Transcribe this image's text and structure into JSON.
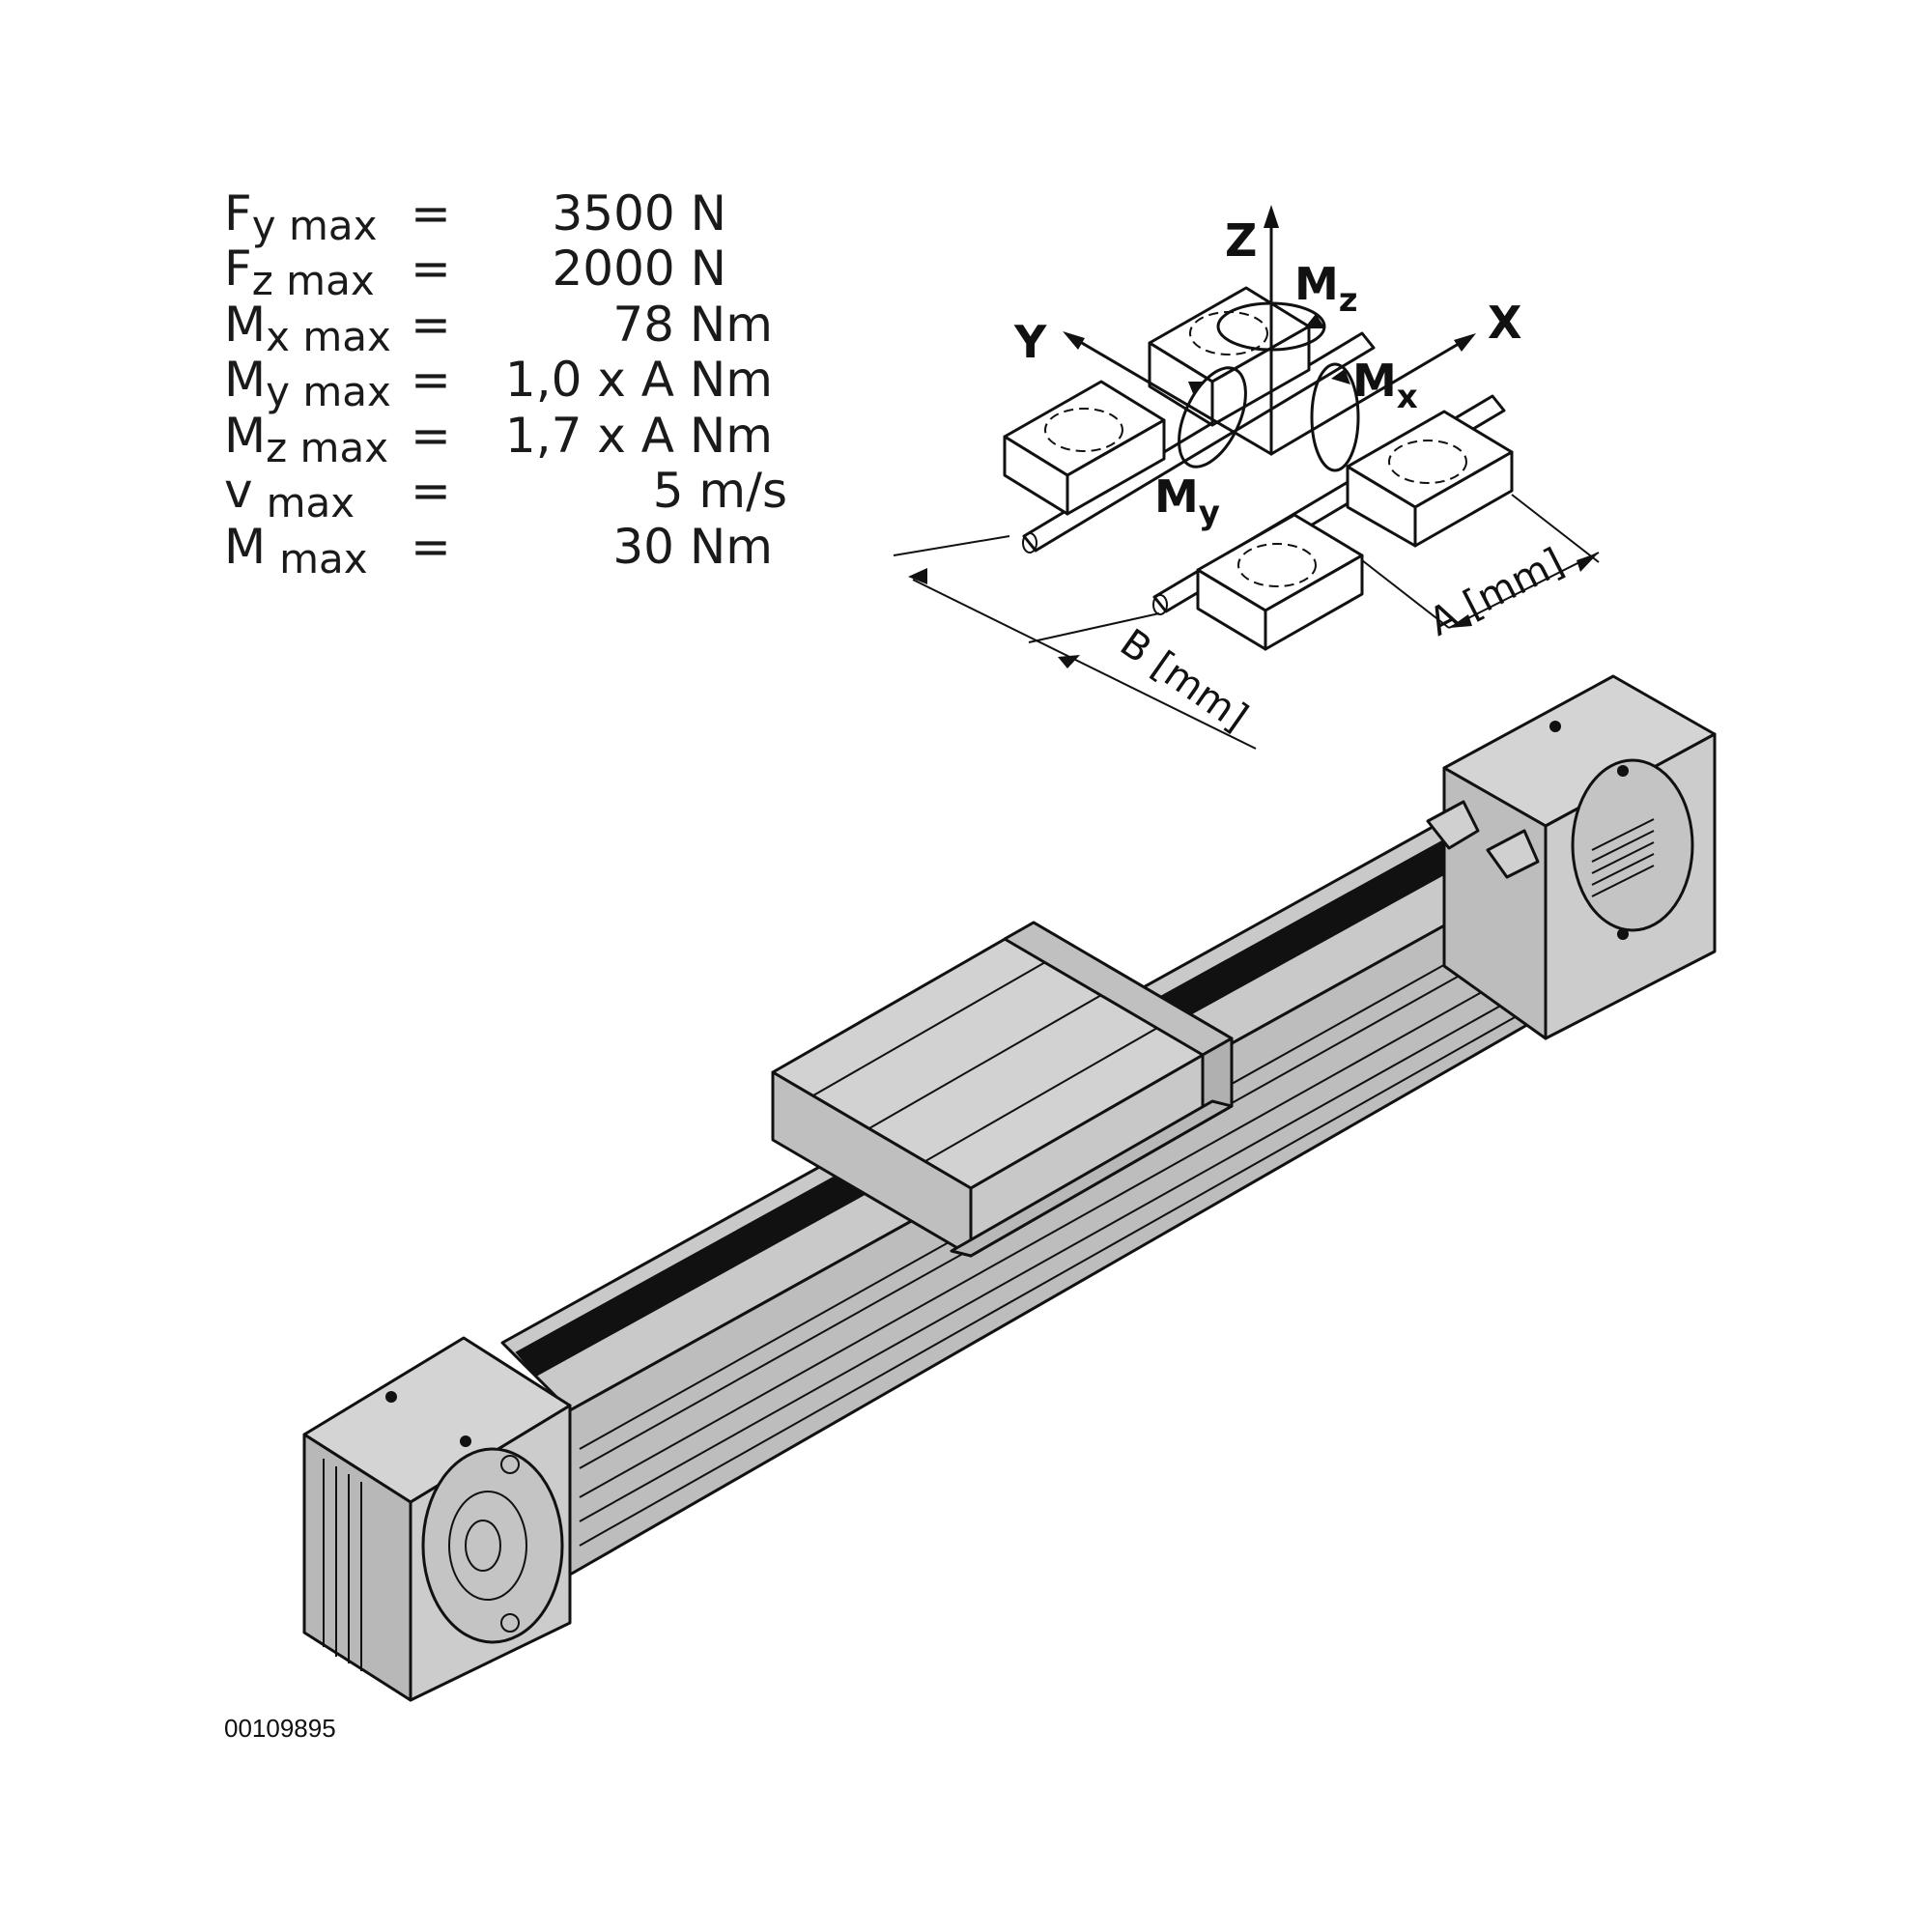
{
  "specs": [
    {
      "sym": "F",
      "sub": "y max",
      "eq": "=",
      "val": "3500 N"
    },
    {
      "sym": "F",
      "sub": "z max",
      "eq": "=",
      "val": "2000 N"
    },
    {
      "sym": "M",
      "sub": "x max",
      "eq": "=",
      "val": "78 Nm"
    },
    {
      "sym": "M",
      "sub": "y max",
      "eq": "=",
      "val": "1,0 x A Nm"
    },
    {
      "sym": "M",
      "sub": "z max",
      "eq": "=",
      "val": "1,7 x A Nm"
    },
    {
      "sym": "v",
      "sub": "max",
      "eq": "=",
      "val": "5 m/s"
    },
    {
      "sym": "M",
      "sub": "max",
      "eq": "=",
      "val": "30 Nm"
    }
  ],
  "axes": {
    "z": "Z",
    "y": "Y",
    "x": "X",
    "mz": {
      "sym": "M",
      "sub": "z"
    },
    "mx": {
      "sym": "M",
      "sub": "x"
    },
    "my": {
      "sym": "M",
      "sub": "y"
    }
  },
  "dimensions": {
    "a": "A [mm]",
    "b": "B [mm]"
  },
  "drawing_id": "00109895",
  "colors": {
    "body": "#c9c9c9",
    "body_dark": "#a8a8a8",
    "belt": "#111111",
    "outline": "#111111"
  }
}
